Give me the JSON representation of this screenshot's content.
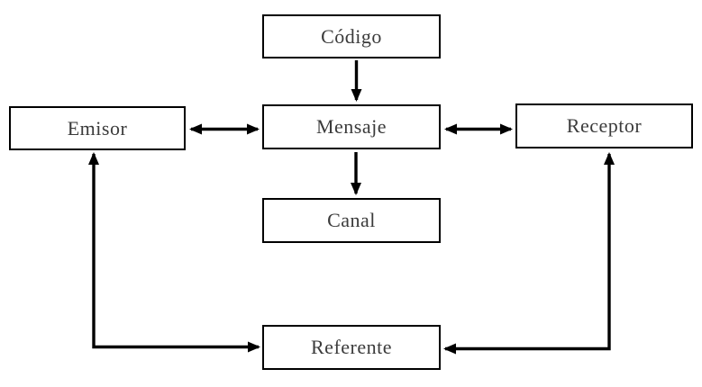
{
  "diagram": {
    "type": "flowchart",
    "subject": "communication-model",
    "background_color": "#ffffff",
    "line_color": "#000000",
    "text_color": "#3b3b3b",
    "nodes": [
      {
        "id": "codigo",
        "label": "Código"
      },
      {
        "id": "emisor",
        "label": "Emisor"
      },
      {
        "id": "mensaje",
        "label": "Mensaje"
      },
      {
        "id": "receptor",
        "label": "Receptor"
      },
      {
        "id": "canal",
        "label": "Canal"
      },
      {
        "id": "referente",
        "label": "Referente"
      }
    ],
    "edges": [
      {
        "from": "codigo",
        "to": "mensaje",
        "style": "single-arrow-down"
      },
      {
        "from": "emisor",
        "to": "mensaje",
        "style": "double-arrow-horizontal"
      },
      {
        "from": "mensaje",
        "to": "receptor",
        "style": "double-arrow-horizontal"
      },
      {
        "from": "mensaje",
        "to": "canal",
        "style": "single-arrow-down"
      },
      {
        "from": "emisor",
        "to": "referente",
        "style": "double-arrow-elbow"
      },
      {
        "from": "receptor",
        "to": "referente",
        "style": "double-arrow-elbow"
      }
    ]
  }
}
